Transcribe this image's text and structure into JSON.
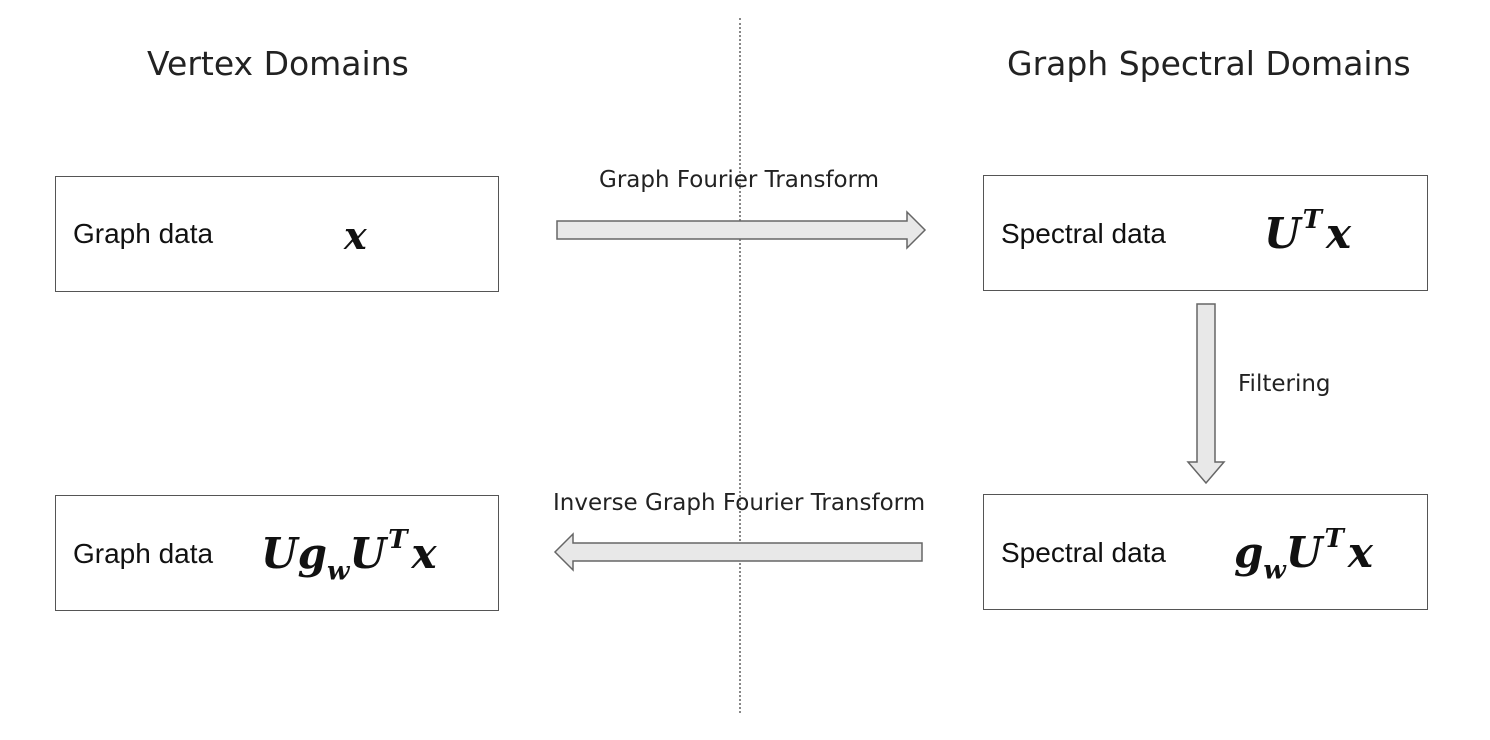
{
  "headings": {
    "vertex": "Vertex Domains",
    "spectral": "Graph Spectral Domains"
  },
  "boxes": {
    "graph_x": {
      "label": "Graph data",
      "symbol": "x"
    },
    "spectral_utx": {
      "label": "Spectral data",
      "symbol_base": "U",
      "symbol_sup": "T",
      "symbol_tail": "x"
    },
    "spectral_gutx": {
      "label": "Spectral data",
      "symbol_g": "g",
      "symbol_sub": "w",
      "symbol_base": "U",
      "symbol_sup": "T",
      "symbol_tail": "x"
    },
    "graph_ugux": {
      "label": "Graph data",
      "symbol_u": "U",
      "symbol_g": "g",
      "symbol_sub": "w",
      "symbol_base": "U",
      "symbol_sup": "T",
      "symbol_tail": "x"
    }
  },
  "arrows": {
    "gft": "Graph Fourier Transform",
    "filtering": "Filtering",
    "igft": "Inverse Graph Fourier Transform"
  },
  "colors": {
    "arrow_fill": "#e8e8e8",
    "arrow_stroke": "#666666",
    "box_border": "#555555",
    "divider": "#888888"
  }
}
